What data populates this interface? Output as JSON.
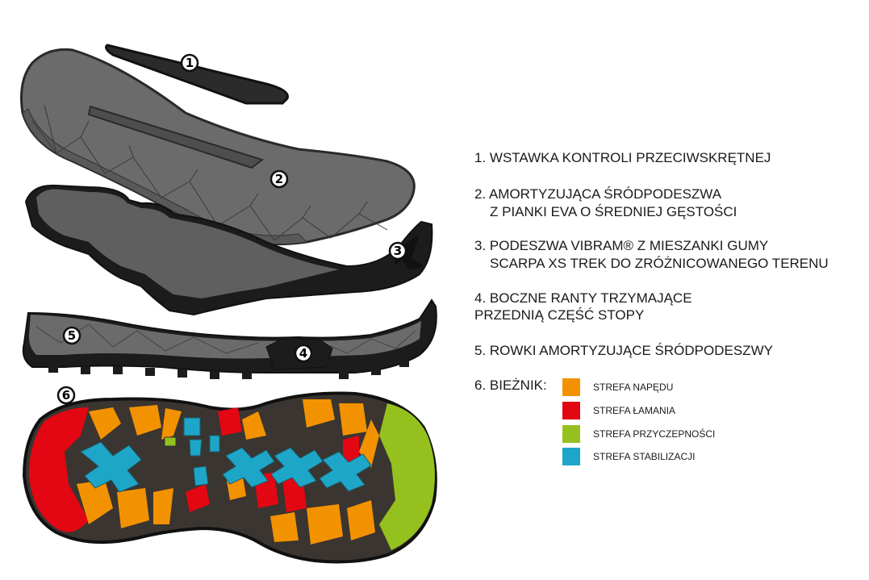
{
  "callouts": [
    "1",
    "2",
    "3",
    "4",
    "5",
    "6"
  ],
  "legend": {
    "item1": "1. WSTAWKA KONTROLI PRZECIWSKRĘTNEJ",
    "item2_line1": "2. AMORTYZUJĄCA ŚRÓDPODESZWA",
    "item2_line2": "Z PIANKI EVA O ŚREDNIEJ GĘSTOŚCI",
    "item3_line1": "3. PODESZWA VIBRAM® Z MIESZANKI GUMY",
    "item3_line2": "SCARPA XS TREK DO ZRÓŻNICOWANEGO TERENU",
    "item4_line1": "4. BOCZNE RANTY TRZYMAJĄCE",
    "item4_line2": "PRZEDNIĄ CZĘŚĆ STOPY",
    "item5": "5. ROWKI AMORTYZUJĄCE ŚRÓDPODESZWY",
    "item6": "6. BIEŻNIK:"
  },
  "zones": [
    {
      "label": "STREFA NAPĘDU",
      "color": "#f39200"
    },
    {
      "label": "STREFA ŁAMANIA",
      "color": "#e30613"
    },
    {
      "label": "STREFA PRZYCZEPNOŚCI",
      "color": "#95c11f"
    },
    {
      "label": "STREFA STABILIZACJI",
      "color": "#1ea6c8"
    }
  ],
  "colors": {
    "insert": "#2b2b2b",
    "midsole": "#6b6b6b",
    "outline": "#111111",
    "rubber": "#1c1c1c",
    "tread_base": "#3a3530"
  }
}
